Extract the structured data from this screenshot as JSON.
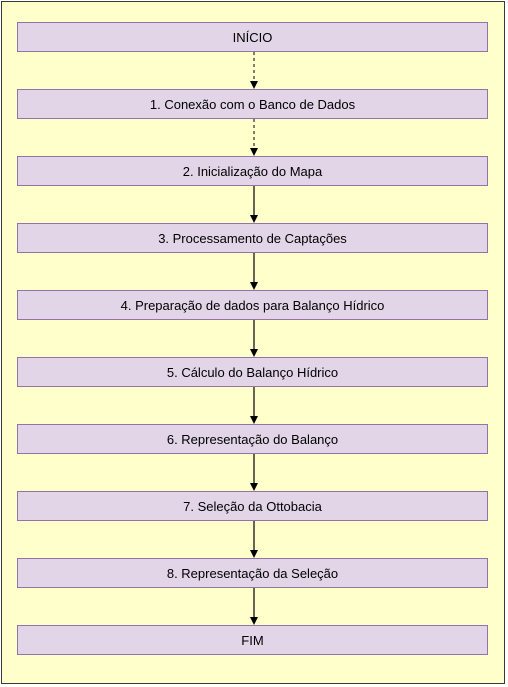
{
  "flowchart": {
    "steps": [
      "INÍCIO",
      "1. Conexão com o Banco de Dados",
      "2. Inicialização do Mapa",
      "3. Processamento de Captações",
      "4. Preparação de dados para Balanço Hídrico",
      "5. Cálculo do Balanço Hídrico",
      "6. Representação do Balanço",
      "7. Seleção da Ottobacia",
      "8. Representação da Seleção",
      "FIM"
    ]
  },
  "colors": {
    "frame_fill": "#ffffcc",
    "frame_border": "#36393d",
    "box_fill": "#e1d5e7",
    "box_border": "#9673a6",
    "arrow": "#000000"
  }
}
